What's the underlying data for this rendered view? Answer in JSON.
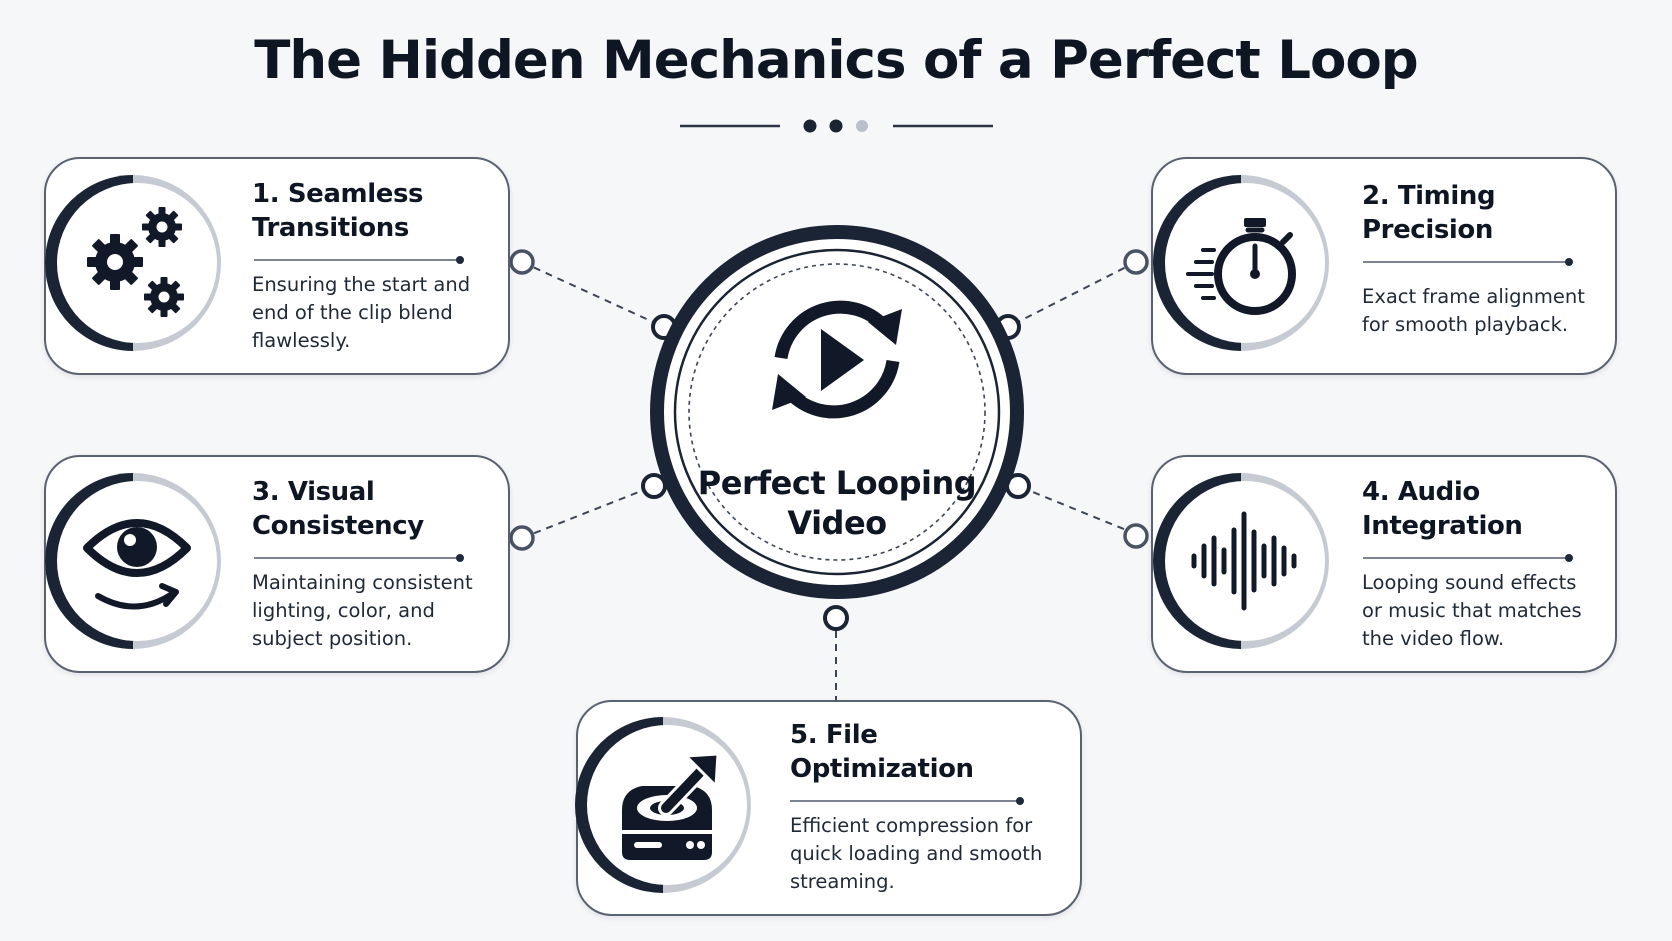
{
  "title": "The Hidden Mechanics of a Perfect Loop",
  "hub": {
    "label_line1": "Perfect Looping",
    "label_line2": "Video",
    "icon": "loop-play-icon"
  },
  "cards": [
    {
      "title_line1": "1. Seamless",
      "title_line2": "Transitions",
      "desc_line1": "Ensuring the start and",
      "desc_line2": "end of the clip blend",
      "desc_line3": "flawlessly.",
      "icon": "gears-icon"
    },
    {
      "title_line1": "2. Timing",
      "title_line2": "Precision",
      "desc_line1": "Exact frame alignment",
      "desc_line2": "for smooth playback.",
      "icon": "stopwatch-icon"
    },
    {
      "title_line1": "3. Visual",
      "title_line2": "Consistency",
      "desc_line1": "Maintaining consistent",
      "desc_line2": "lighting, color, and",
      "desc_line3": "subject position.",
      "icon": "eye-icon"
    },
    {
      "title_line1": "4. Audio",
      "title_line2": "Integration",
      "desc_line1": "Looping sound effects",
      "desc_line2": "or music that matches",
      "desc_line3": "the video flow.",
      "icon": "sound-wave-icon"
    },
    {
      "title_line1": "5. File",
      "title_line2": "Optimization",
      "desc_line1": "Efficient compression for",
      "desc_line2": "quick loading and smooth",
      "desc_line3": "streaming.",
      "icon": "drive-export-icon"
    }
  ],
  "colors": {
    "dark": "#1b2434",
    "light_ring": "#c5cad3",
    "text": "#0f1623"
  }
}
